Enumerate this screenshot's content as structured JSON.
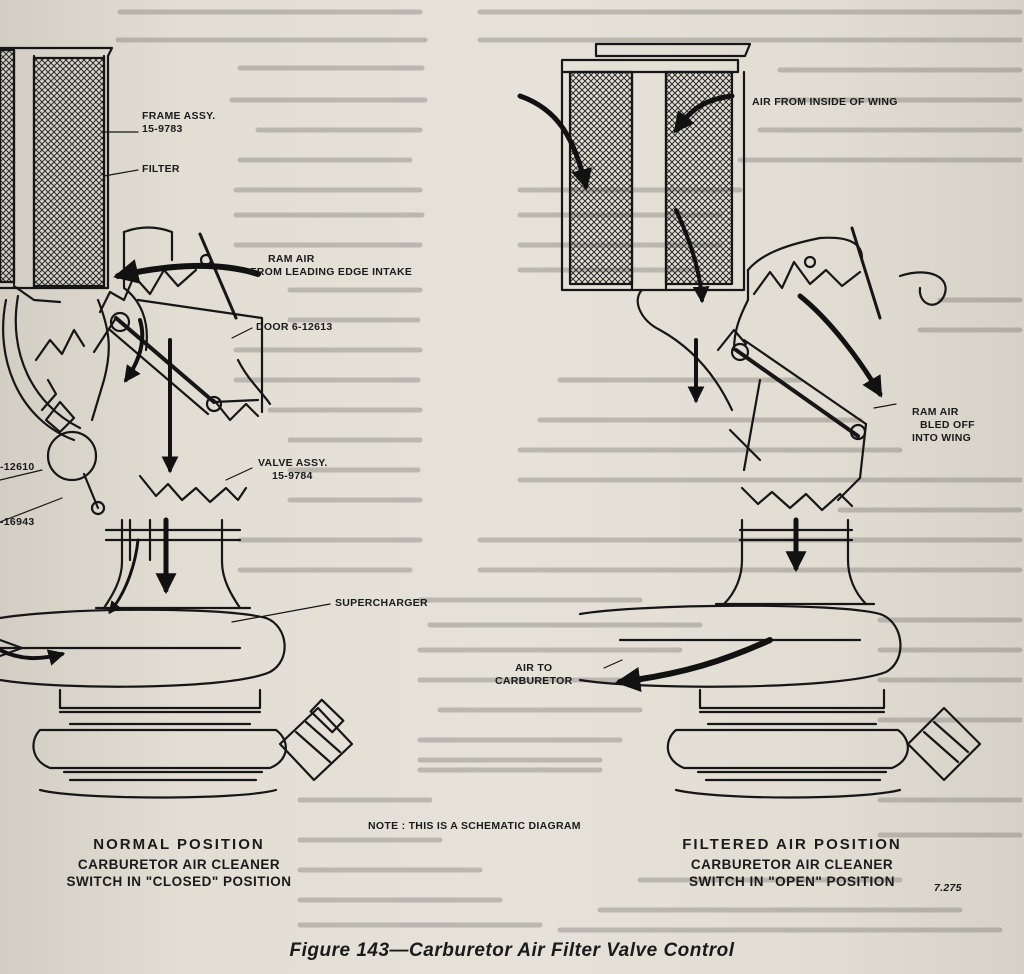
{
  "labels": {
    "frame_assy": "FRAME ASSY.",
    "frame_part": "15-9783",
    "filter": "FILTER",
    "ram_air": "RAM AIR",
    "ram_air_from": "FROM LEADING EDGE INTAKE",
    "door": "DOOR 6-12613",
    "part_left_1": "-12610",
    "part_left_2": "-16943",
    "valve_assy": "VALVE ASSY.",
    "valve_part": "15-9784",
    "supercharger": "SUPERCHARGER",
    "air_from_wing": "AIR FROM INSIDE OF WING",
    "ram_air_bled_1": "RAM AIR",
    "ram_air_bled_2": "BLED OFF",
    "ram_air_bled_3": "INTO WING",
    "air_to": "AIR TO",
    "carburetor": "CARBURETOR",
    "note": "NOTE :  THIS IS A SCHEMATIC DIAGRAM",
    "page_mark": "7.275"
  },
  "captions": {
    "normal_title": "NORMAL   POSITION",
    "normal_line1": "CARBURETOR AIR CLEANER",
    "normal_line2": "SWITCH IN \"CLOSED\" POSITION",
    "filtered_title": "FILTERED  AIR  POSITION",
    "filtered_line1": "CARBURETOR AIR CLEANER",
    "filtered_line2": "SWITCH IN \"OPEN\" POSITION"
  },
  "figure_caption": "Figure 143—Carburetor Air Filter Valve Control"
}
